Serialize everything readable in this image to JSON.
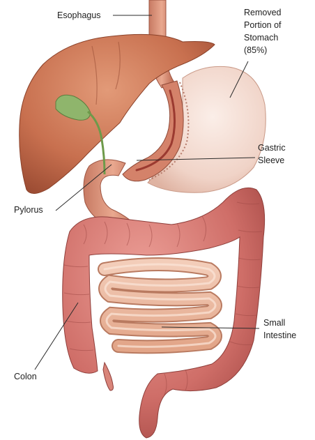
{
  "labels": {
    "esophagus": "Esophagus",
    "removed_portion": [
      "Removed",
      "Portion of",
      "Stomach",
      "(85%)"
    ],
    "gastric_sleeve": [
      "Gastric",
      "Sleeve"
    ],
    "pylorus": "Pylorus",
    "small_intestine": [
      "Small",
      "Intestine"
    ],
    "colon": "Colon"
  },
  "colors": {
    "liver": "#c8704f",
    "gallbladder": "#8fb56c",
    "removed_stomach": "#f2d8cf",
    "sleeve": "#d98a6b",
    "small_intestine": "#ecb8a0",
    "colon": "#cf6e68"
  }
}
